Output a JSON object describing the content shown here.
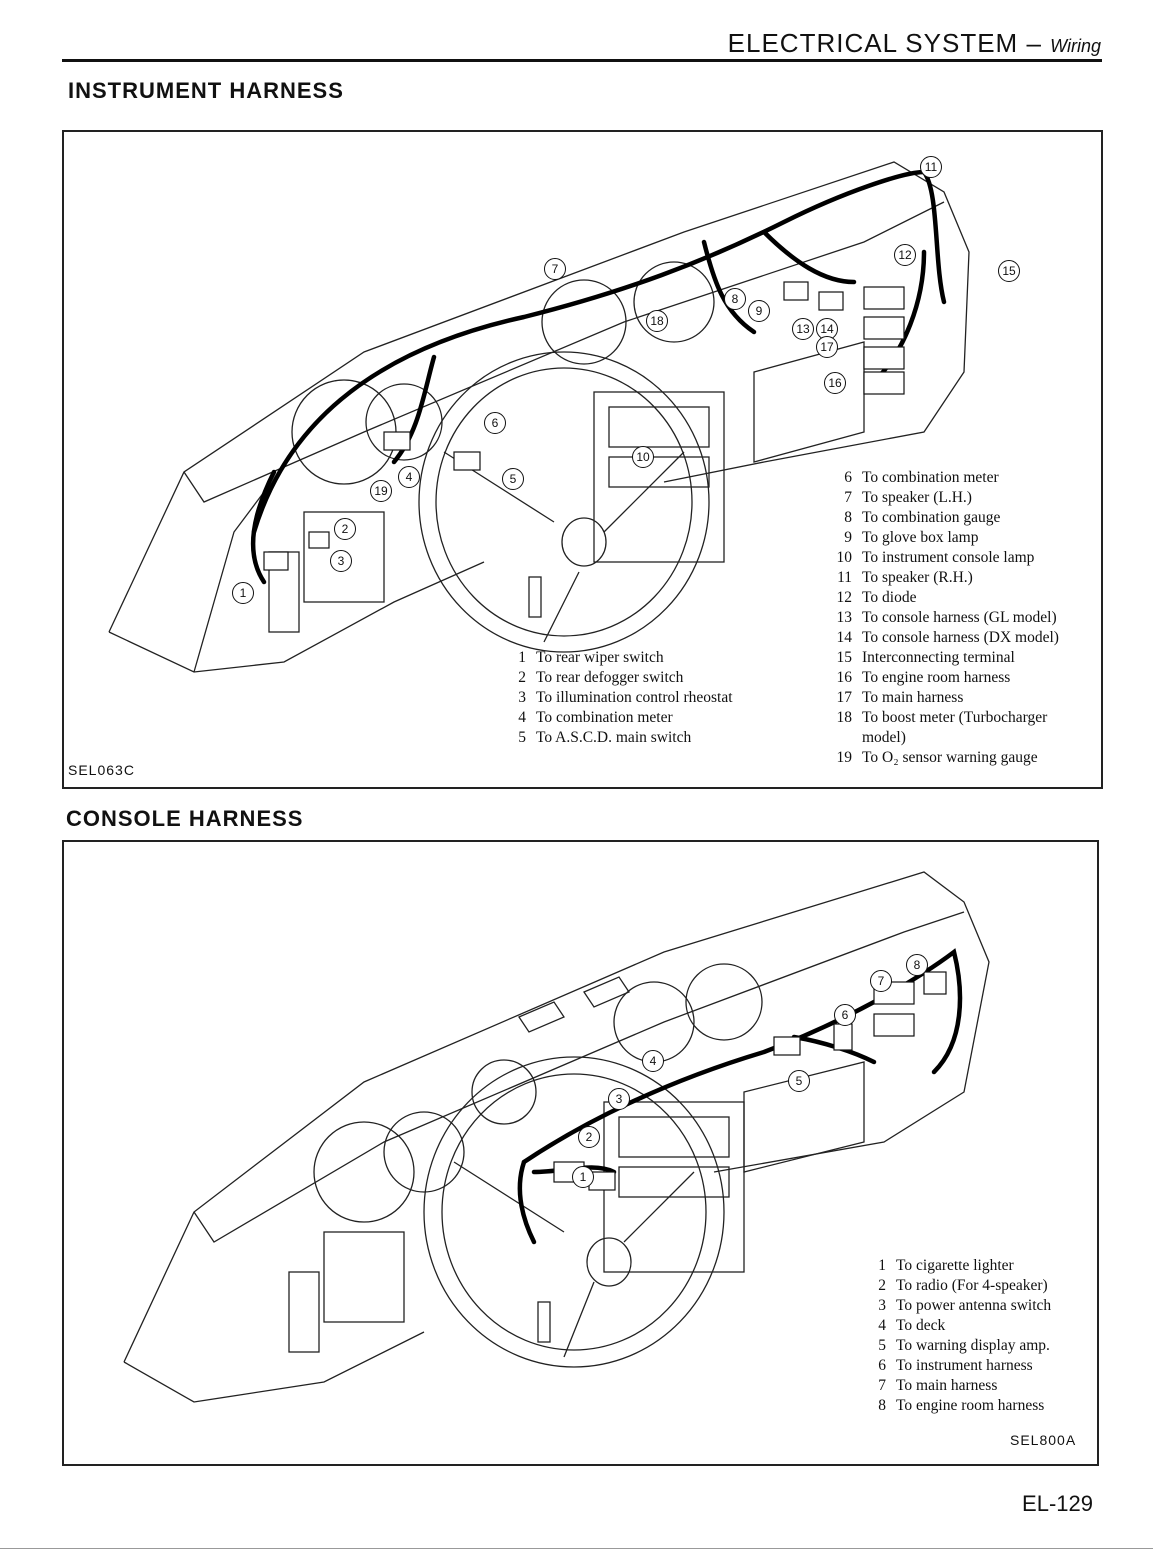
{
  "header": {
    "title": "ELECTRICAL SYSTEM",
    "separator": "–",
    "subtitle": "Wiring"
  },
  "instrument": {
    "title": "INSTRUMENT HARNESS",
    "code": "SEL063C",
    "callouts": [
      "1",
      "2",
      "3",
      "4",
      "5",
      "6",
      "7",
      "8",
      "9",
      "10",
      "11",
      "12",
      "13",
      "14",
      "15",
      "16",
      "17",
      "18",
      "19"
    ],
    "legend_left": [
      {
        "num": "1",
        "text": "To rear wiper switch"
      },
      {
        "num": "2",
        "text": "To rear defogger switch"
      },
      {
        "num": "3",
        "text": "To illumination control rheostat"
      },
      {
        "num": "4",
        "text": "To combination meter"
      },
      {
        "num": "5",
        "text": "To A.S.C.D. main switch"
      }
    ],
    "legend_right": [
      {
        "num": "6",
        "text": "To combination meter"
      },
      {
        "num": "7",
        "text": "To speaker (L.H.)"
      },
      {
        "num": "8",
        "text": "To combination gauge"
      },
      {
        "num": "9",
        "text": "To glove box lamp"
      },
      {
        "num": "10",
        "text": "To instrument console lamp"
      },
      {
        "num": "11",
        "text": "To speaker (R.H.)"
      },
      {
        "num": "12",
        "text": "To diode"
      },
      {
        "num": "13",
        "text": "To console harness (GL model)"
      },
      {
        "num": "14",
        "text": "To console harness (DX model)"
      },
      {
        "num": "15",
        "text": "Interconnecting terminal"
      },
      {
        "num": "16",
        "text": "To engine room harness"
      },
      {
        "num": "17",
        "text": "To main harness"
      },
      {
        "num": "18",
        "text": "To boost meter (Turbocharger"
      },
      {
        "num": "19",
        "text": "To O₂ sensor warning gauge"
      }
    ],
    "legend_continuation": "model)"
  },
  "console": {
    "title": "CONSOLE HARNESS",
    "code": "SEL800A",
    "callouts": [
      "1",
      "2",
      "3",
      "4",
      "5",
      "6",
      "7",
      "8"
    ],
    "legend": [
      {
        "num": "1",
        "text": "To cigarette lighter"
      },
      {
        "num": "2",
        "text": "To radio (For 4-speaker)"
      },
      {
        "num": "3",
        "text": "To power antenna switch"
      },
      {
        "num": "4",
        "text": "To deck"
      },
      {
        "num": "5",
        "text": "To warning display amp."
      },
      {
        "num": "6",
        "text": "To instrument harness"
      },
      {
        "num": "7",
        "text": "To main harness"
      },
      {
        "num": "8",
        "text": "To engine room harness"
      }
    ]
  },
  "page_number": "EL-129"
}
